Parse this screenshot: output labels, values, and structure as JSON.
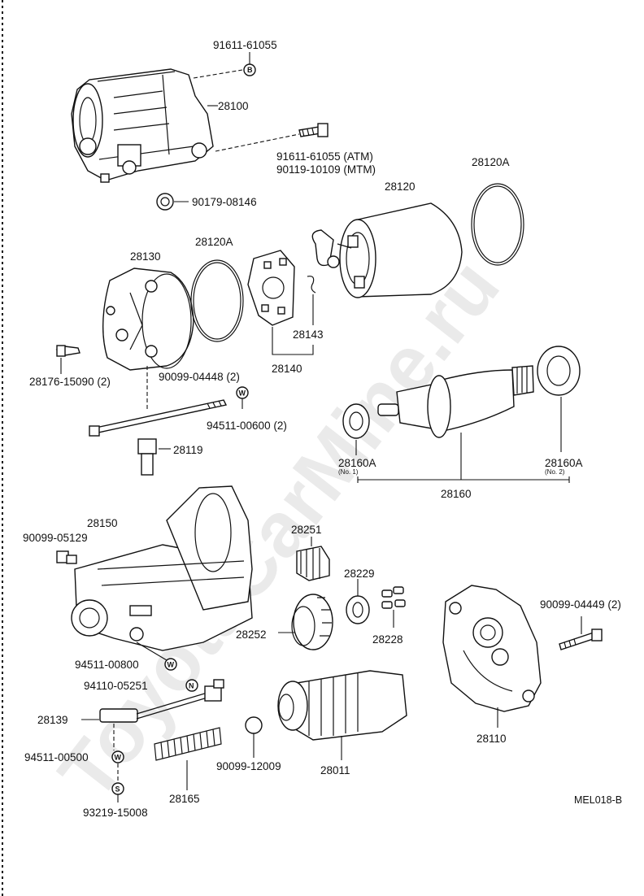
{
  "diagram": {
    "code": "MEL018-B",
    "watermark": "ToyotaCarMine.ru",
    "labels": {
      "p91611_61055_top": "91611-61055",
      "p28100": "28100",
      "p91611_61055_atm": "91611-61055 (ATM)",
      "p90119_10109_mtm": "90119-10109 (MTM)",
      "p90179_08146": "90179-08146",
      "p28120A_top": "28120A",
      "p28120": "28120",
      "p28130": "28130",
      "p28120A_mid": "28120A",
      "p28143": "28143",
      "p28140": "28140",
      "p28176_15090": "28176-15090 (2)",
      "p90099_04448": "90099-04448 (2)",
      "p94511_00600": "94511-00600 (2)",
      "p28119": "28119",
      "p28160A_no1": "28160A",
      "p28160A_no1_sub": "(No. 1)",
      "p28160A_no2": "28160A",
      "p28160A_no2_sub": "(No. 2)",
      "p28160": "28160",
      "p90099_05129": "90099-05129",
      "p28150": "28150",
      "p28251": "28251",
      "p28229": "28229",
      "p90099_04449": "90099-04449 (2)",
      "p28252": "28252",
      "p28228": "28228",
      "p94511_00800": "94511-00800",
      "p94110_05251": "94110-05251",
      "p28139": "28139",
      "p28110": "28110",
      "p94511_00500": "94511-00500",
      "p90099_12009": "90099-12009",
      "p28011": "28011",
      "p28165": "28165",
      "p93219_15008": "93219-15008"
    },
    "markers": {
      "B": "B",
      "W1": "W",
      "W2": "W",
      "W3": "W",
      "N": "N",
      "S": "S"
    }
  }
}
